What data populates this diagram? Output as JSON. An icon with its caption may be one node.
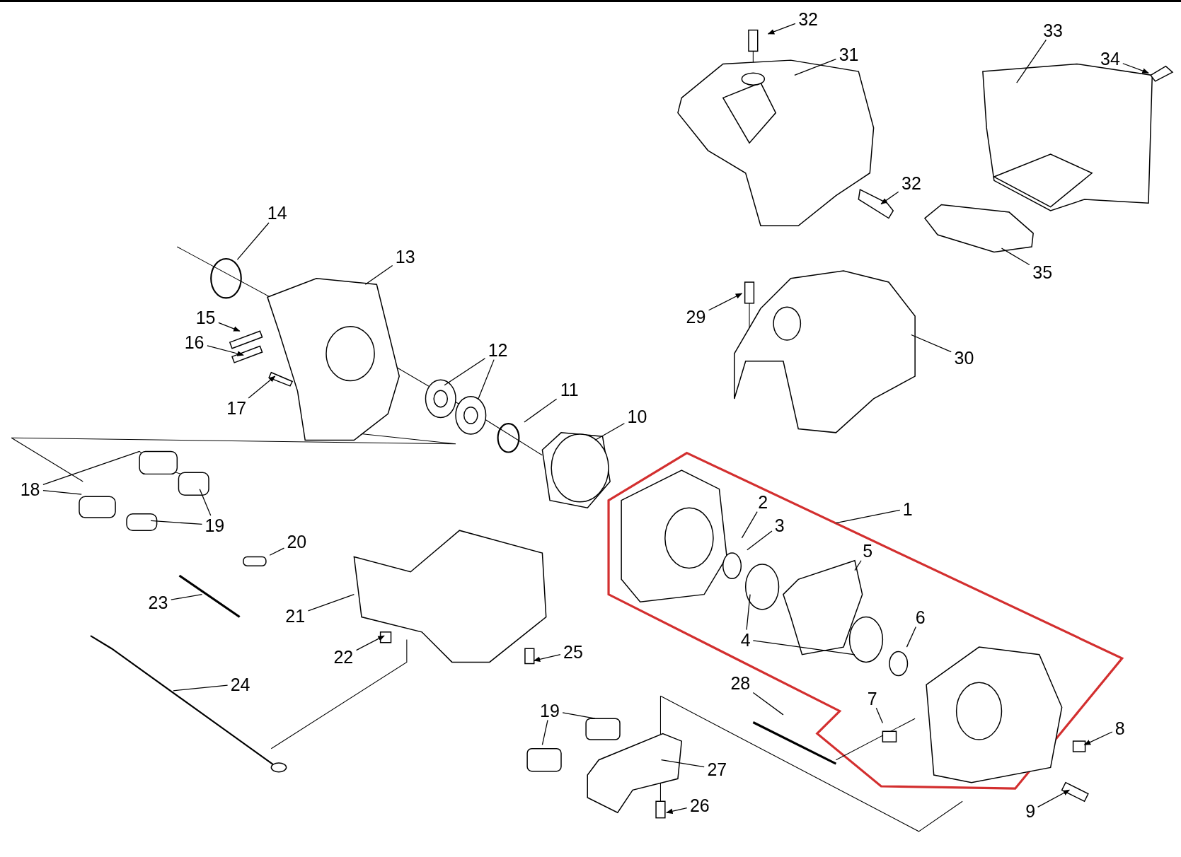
{
  "diagram": {
    "nodes": [
      {
        "text": [
          "1"
        ]
      },
      {
        "text": [
          "2"
        ]
      },
      {
        "text": [
          "3"
        ]
      },
      {
        "text": [
          "4"
        ]
      },
      {
        "text": [
          "5"
        ]
      },
      {
        "text": [
          "6"
        ]
      },
      {
        "text": [
          "7"
        ]
      },
      {
        "text": [
          "8"
        ]
      },
      {
        "text": [
          "9"
        ]
      },
      {
        "text": [
          "10"
        ]
      },
      {
        "text": [
          "11"
        ]
      },
      {
        "text": [
          "12"
        ]
      },
      {
        "text": [
          "13"
        ]
      },
      {
        "text": [
          "14"
        ]
      },
      {
        "text": [
          "15"
        ]
      },
      {
        "text": [
          "16"
        ]
      },
      {
        "text": [
          "17"
        ]
      },
      {
        "text": [
          "18"
        ]
      },
      {
        "text": [
          "19"
        ]
      },
      {
        "text": [
          "20"
        ]
      },
      {
        "text": [
          "21"
        ]
      },
      {
        "text": [
          "22"
        ]
      },
      {
        "text": [
          "23"
        ]
      },
      {
        "text": [
          "24"
        ]
      },
      {
        "text": [
          "25"
        ]
      },
      {
        "text": [
          "26"
        ]
      },
      {
        "text": [
          "27"
        ]
      },
      {
        "text": [
          "28"
        ]
      },
      {
        "text": [
          "19"
        ]
      },
      {
        "text": [
          "29"
        ]
      },
      {
        "text": [
          "30"
        ]
      },
      {
        "text": [
          "31"
        ]
      },
      {
        "text": [
          "32"
        ]
      },
      {
        "text": [
          "32"
        ]
      },
      {
        "text": [
          "33"
        ]
      },
      {
        "text": [
          "34"
        ]
      },
      {
        "text": [
          "35"
        ]
      }
    ],
    "edges": [
      {
        "from": 0,
        "to": null,
        "arrow": "none"
      },
      {
        "from": 1,
        "to": null,
        "arrow": "none"
      },
      {
        "from": 2,
        "to": null,
        "arrow": "none"
      },
      {
        "from": 3,
        "to": null,
        "arrow": "none"
      },
      {
        "from": 3,
        "to": null,
        "arrow": "none"
      },
      {
        "from": 4,
        "to": null,
        "arrow": "none"
      },
      {
        "from": 5,
        "to": null,
        "arrow": "none"
      },
      {
        "from": 6,
        "to": null,
        "arrow": "none"
      },
      {
        "from": 7,
        "to": null,
        "arrow": "to"
      },
      {
        "from": 8,
        "to": null,
        "arrow": "to"
      },
      {
        "from": 9,
        "to": null,
        "arrow": "none"
      },
      {
        "from": 10,
        "to": null,
        "arrow": "none"
      },
      {
        "from": 11,
        "to": null,
        "arrow": "none"
      },
      {
        "from": 11,
        "to": null,
        "arrow": "none"
      },
      {
        "from": 12,
        "to": null,
        "arrow": "none"
      },
      {
        "from": 13,
        "to": null,
        "arrow": "none"
      },
      {
        "from": 14,
        "to": null,
        "arrow": "to"
      },
      {
        "from": 15,
        "to": null,
        "arrow": "to"
      },
      {
        "from": 16,
        "to": null,
        "arrow": "to"
      },
      {
        "from": 17,
        "to": null,
        "arrow": "none"
      },
      {
        "from": 17,
        "to": null,
        "arrow": "none"
      },
      {
        "from": 18,
        "to": null,
        "arrow": "none"
      },
      {
        "from": 18,
        "to": null,
        "arrow": "none"
      },
      {
        "from": 19,
        "to": null,
        "arrow": "none"
      },
      {
        "from": 20,
        "to": null,
        "arrow": "none"
      },
      {
        "from": 21,
        "to": null,
        "arrow": "to"
      },
      {
        "from": 22,
        "to": null,
        "arrow": "none"
      },
      {
        "from": 23,
        "to": null,
        "arrow": "none"
      },
      {
        "from": 24,
        "to": null,
        "arrow": "to"
      },
      {
        "from": 25,
        "to": null,
        "arrow": "to"
      },
      {
        "from": 26,
        "to": null,
        "arrow": "none"
      },
      {
        "from": 27,
        "to": null,
        "arrow": "none"
      },
      {
        "from": 28,
        "to": null,
        "arrow": "none"
      },
      {
        "from": 28,
        "to": null,
        "arrow": "none"
      },
      {
        "from": 29,
        "to": null,
        "arrow": "to"
      },
      {
        "from": 30,
        "to": null,
        "arrow": "none"
      },
      {
        "from": 31,
        "to": null,
        "arrow": "none"
      },
      {
        "from": 32,
        "to": null,
        "arrow": "to"
      },
      {
        "from": 33,
        "to": null,
        "arrow": "to"
      },
      {
        "from": 34,
        "to": null,
        "arrow": "none"
      },
      {
        "from": 35,
        "to": null,
        "arrow": "to"
      },
      {
        "from": 36,
        "to": null,
        "arrow": "none"
      }
    ]
  }
}
